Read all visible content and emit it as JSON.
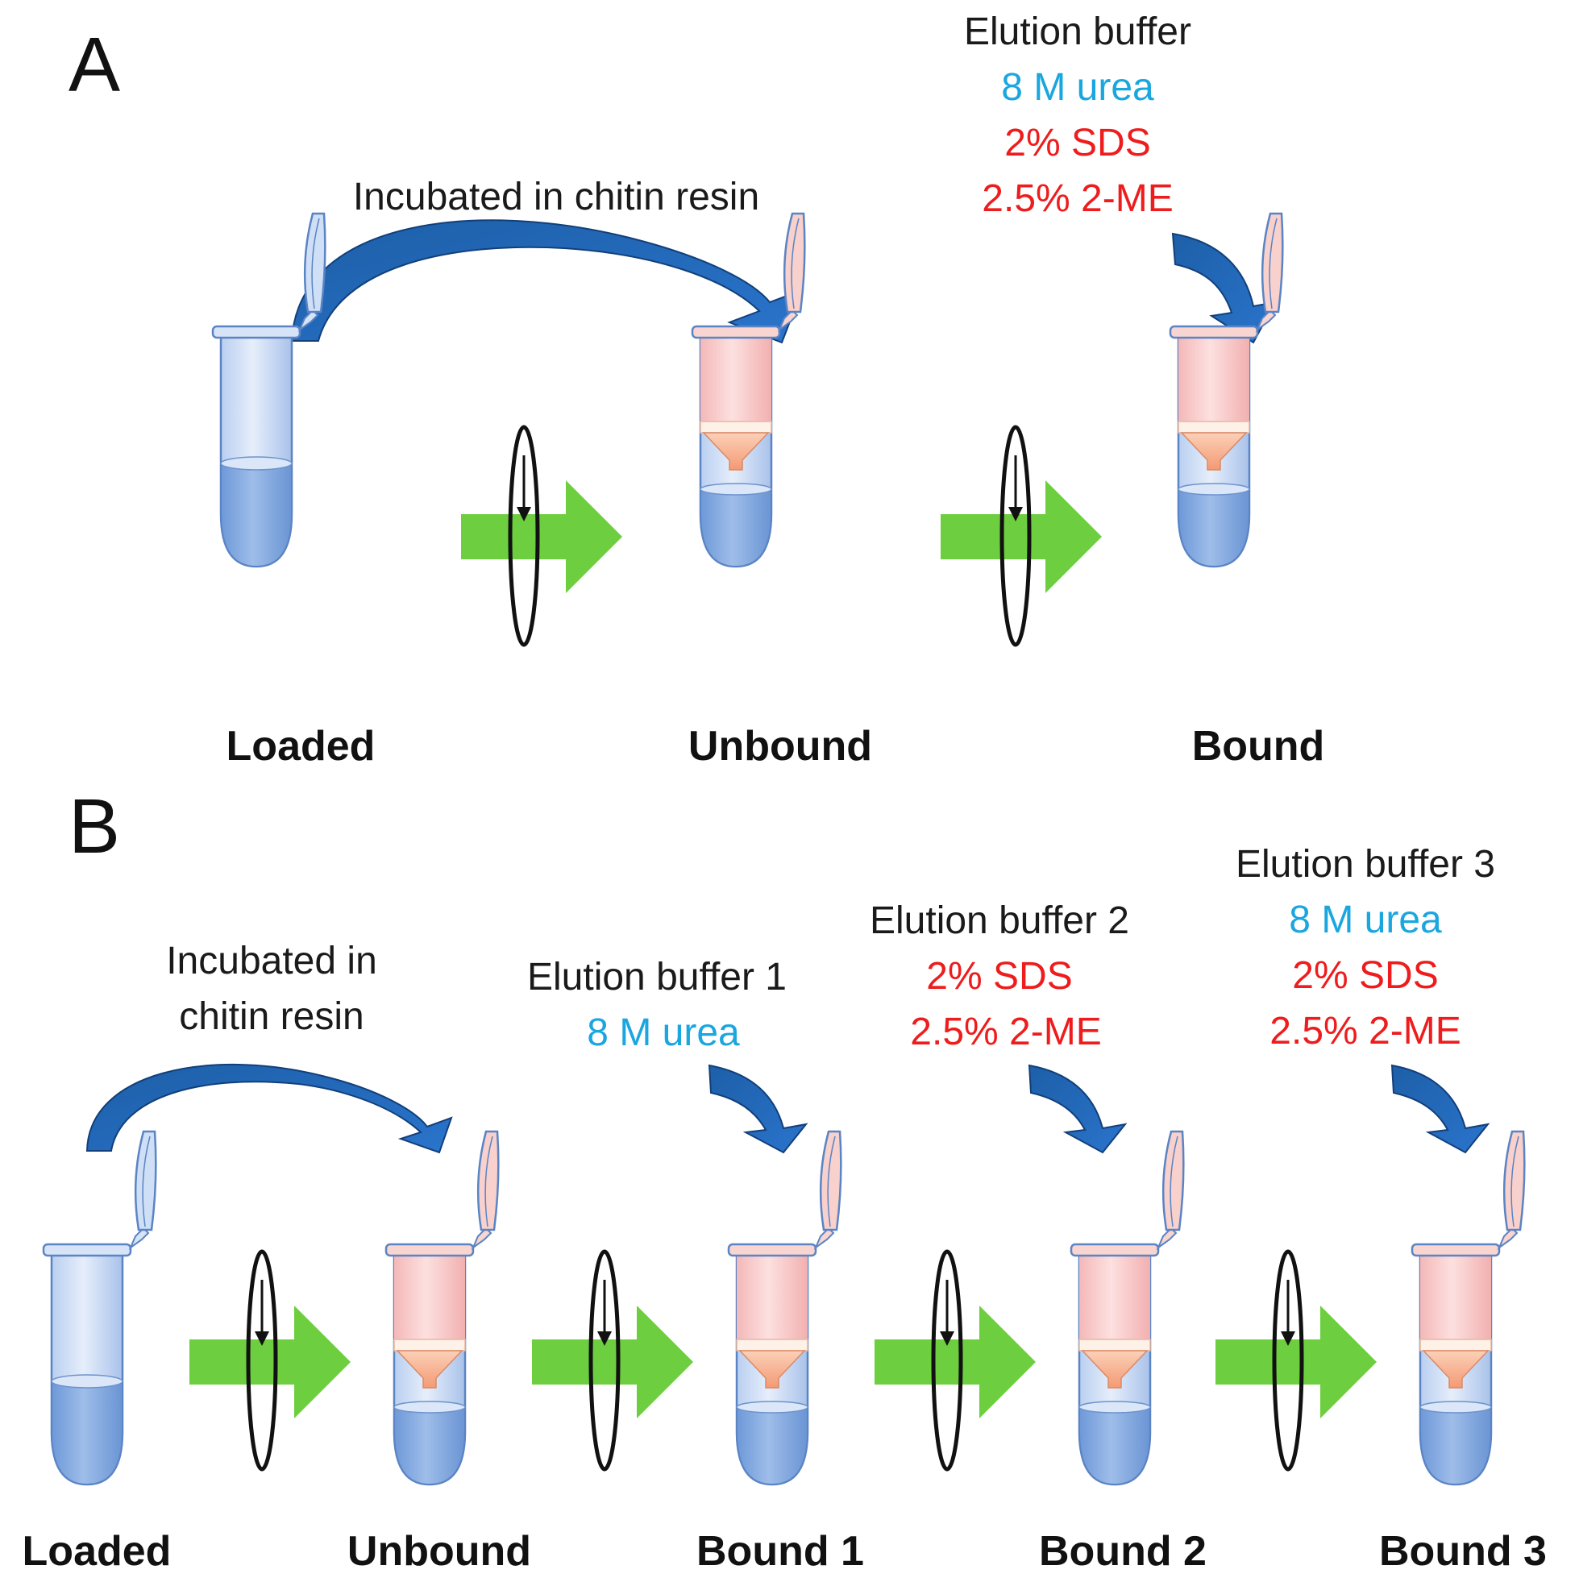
{
  "panel_a": {
    "letter": "A",
    "incubation_label": "Incubated in chitin resin",
    "buffer": {
      "title": "Elution buffer",
      "lines": [
        "8 M urea",
        "2% SDS",
        "2.5% 2-ME"
      ]
    },
    "tubes": [
      "Loaded",
      "Unbound",
      "Bound"
    ]
  },
  "panel_b": {
    "letter": "B",
    "incubation_label": [
      "Incubated in",
      "chitin resin"
    ],
    "buffer_1": {
      "title": "Elution buffer 1",
      "lines": [
        "8 M urea"
      ]
    },
    "buffer_2": {
      "title": "Elution buffer 2",
      "lines": [
        "2% SDS",
        "2.5% 2-ME"
      ]
    },
    "buffer_3": {
      "title": "Elution buffer 3",
      "lines": [
        "8 M urea",
        "2% SDS",
        "2.5% 2-ME"
      ]
    },
    "tubes": [
      "Loaded",
      "Unbound",
      "Bound 1",
      "Bound 2",
      "Bound 3"
    ]
  },
  "colors": {
    "urea": "#1aa6df",
    "sds": "#ee1c1c",
    "me": "#ee1c1c",
    "process_arrow": "#6dcf3f",
    "curved_arrow": "#1f64b4",
    "tube_blue": "#c9dcf5",
    "tube_pink": "#f7c6c6",
    "liquid": "#7aa4e0",
    "filter": "#f6a784"
  }
}
